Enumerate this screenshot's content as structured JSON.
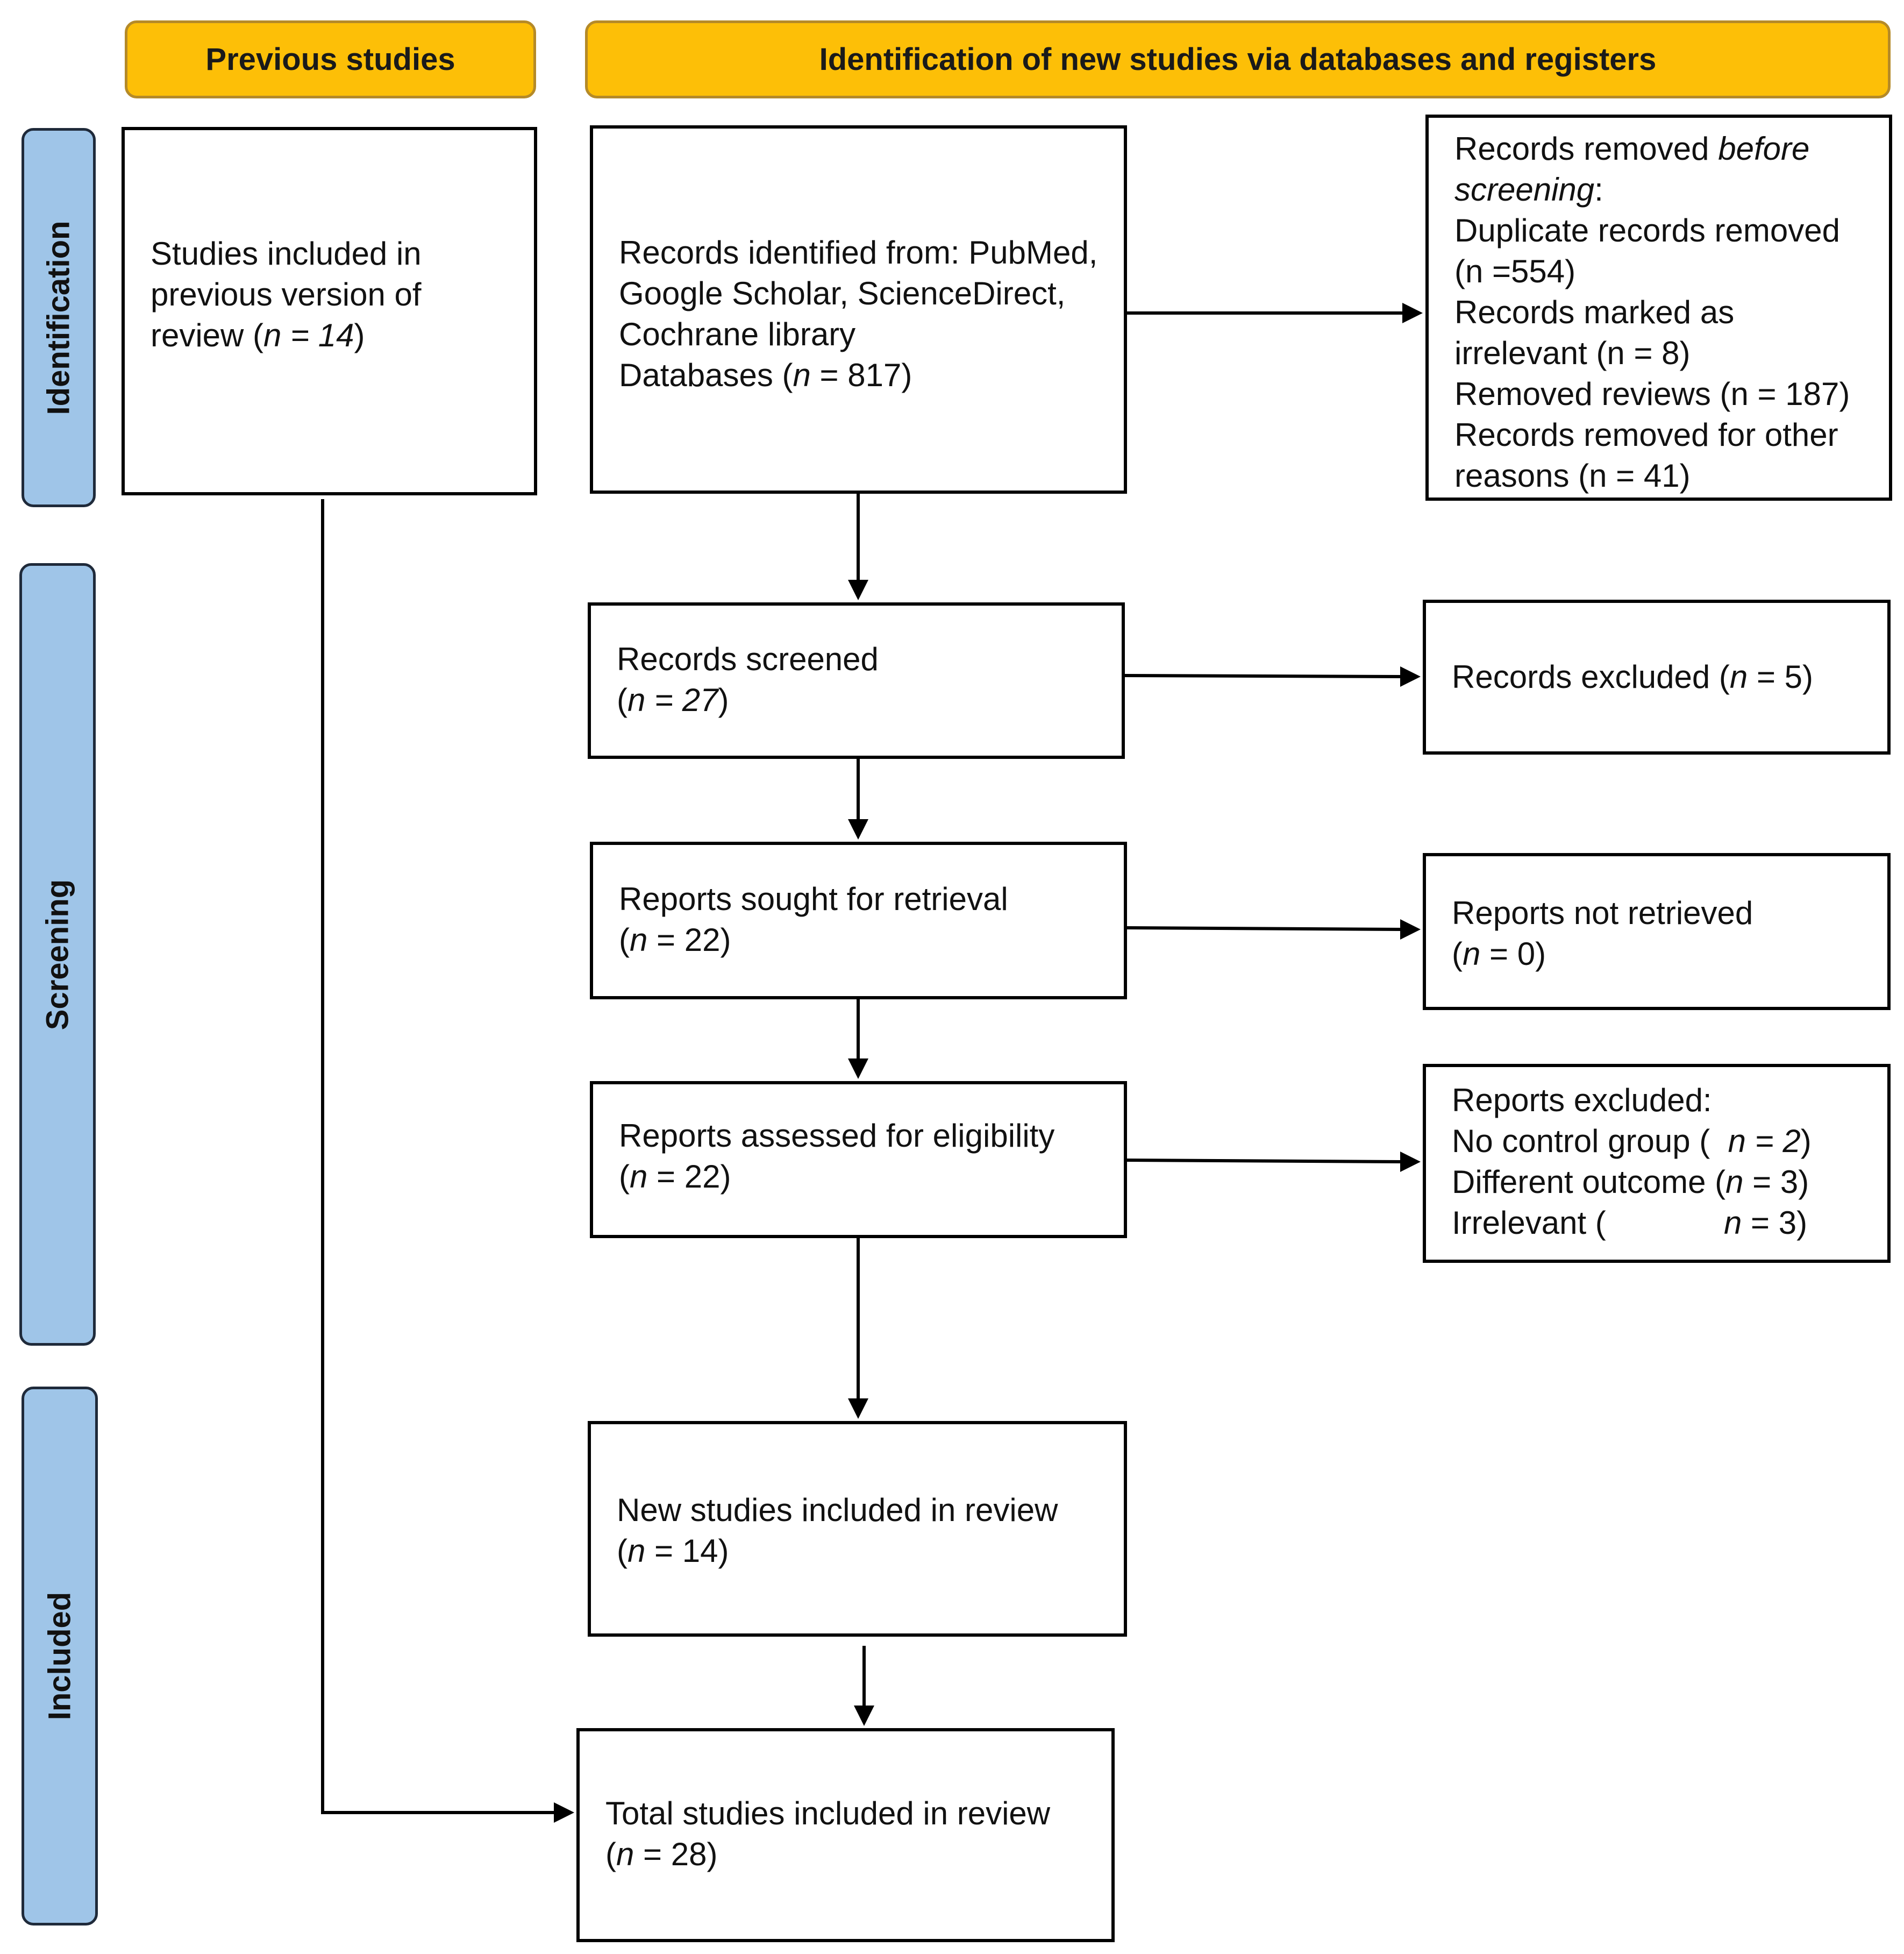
{
  "headers": {
    "previous": "Previous studies",
    "new": "Identification of new studies via databases and registers"
  },
  "phases": {
    "identification": "Identification",
    "screening": "Screening",
    "included": "Included"
  },
  "previous_box": {
    "line1": "Studies included in",
    "line2": "previous version of",
    "line3_pre": "review (",
    "line3_n": "n = 14",
    "line3_post": ")"
  },
  "identified": {
    "line1": "Records identified from: PubMed,",
    "line2": "Google Scholar, ScienceDirect,",
    "line3": "Cochrane library",
    "line4_pre": "Databases (",
    "line4_n": "n",
    "line4_post": " = 817)"
  },
  "removed": {
    "line1_pre": "Records removed ",
    "line1_em": "before",
    "line2_em": "screening",
    "line2_post": ":",
    "line3": "Duplicate records removed",
    "line4": "(n =554)",
    "line5": "Records marked as",
    "line6": "irrelevant (n = 8)",
    "line7": "Removed reviews (n =  187)",
    "line8": "Records removed for other",
    "line9": "reasons (n = 41)"
  },
  "screened": {
    "line1": "Records screened",
    "line2_pre": "(",
    "line2_n": "n = 27",
    "line2_post": ")"
  },
  "excluded_records": {
    "line1_pre": "Records excluded (",
    "line1_n": "n",
    "line1_post": " = 5)"
  },
  "sought": {
    "line1": "Reports sought for retrieval",
    "line2_pre": "(",
    "line2_n": "n",
    "line2_post": " = 22)"
  },
  "not_retrieved": {
    "line1": "Reports not retrieved",
    "line2_pre": "(",
    "line2_n": "n",
    "line2_post": " = 0)"
  },
  "assessed": {
    "line1": "Reports assessed for eligibility",
    "line2_pre": "(",
    "line2_n": "n",
    "line2_post": " = 22)"
  },
  "reports_excluded": {
    "line1": "Reports excluded:",
    "line2_pre": "No control group (  ",
    "line2_n": "n = 2",
    "line2_post": ")",
    "line3_pre": "Different outcome (",
    "line3_n": "n",
    "line3_post": " = 3)",
    "line4_pre": "Irrelevant (",
    "line4_n": "n",
    "line4_post": " = 3)"
  },
  "new_included": {
    "line1": "New studies included in review",
    "line2_pre": "(",
    "line2_n": "n",
    "line2_post": " = 14)"
  },
  "total_included": {
    "line1": "Total studies included in review",
    "line2_pre": "(",
    "line2_n": "n",
    "line2_post": " = 28)"
  },
  "colors": {
    "header_fill": "#fdbf07",
    "phase_fill": "#9fc5e8",
    "box_border": "#000000"
  }
}
